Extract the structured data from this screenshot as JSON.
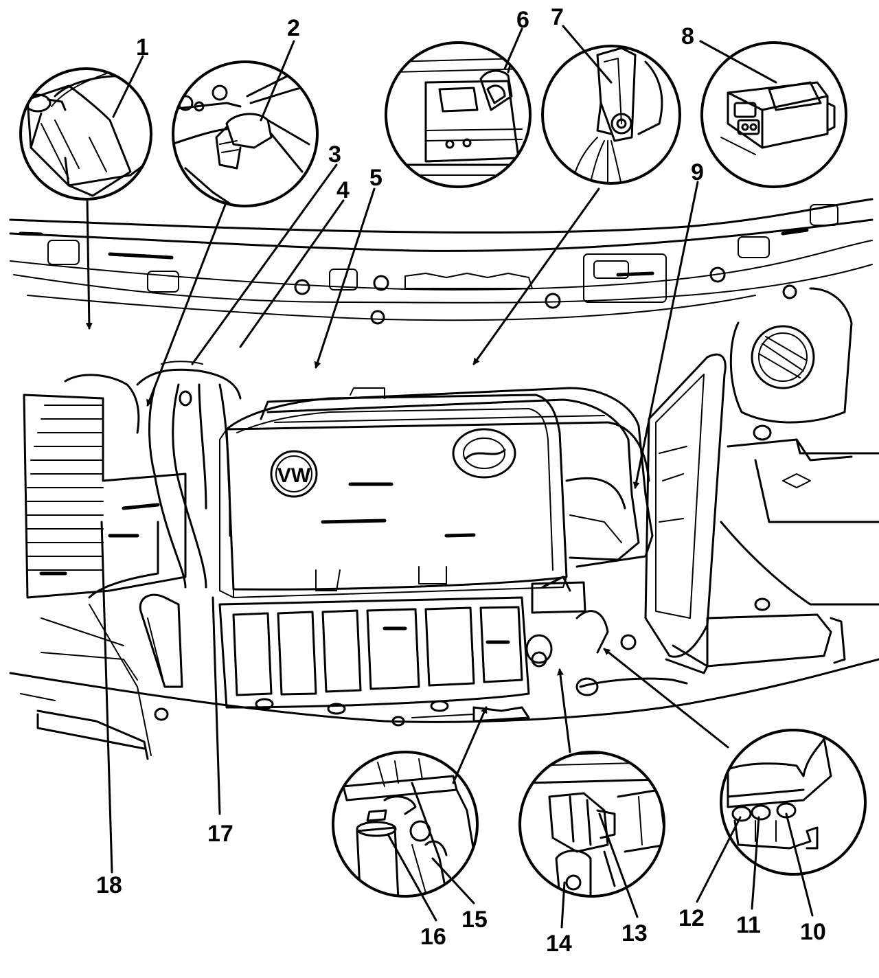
{
  "callouts": [
    {
      "id": 1,
      "text": "1"
    },
    {
      "id": 2,
      "text": "2"
    },
    {
      "id": 3,
      "text": "3"
    },
    {
      "id": 4,
      "text": "4"
    },
    {
      "id": 5,
      "text": "5"
    },
    {
      "id": 6,
      "text": "6"
    },
    {
      "id": 7,
      "text": "7"
    },
    {
      "id": 8,
      "text": "8"
    },
    {
      "id": 9,
      "text": "9"
    },
    {
      "id": 10,
      "text": "10"
    },
    {
      "id": 11,
      "text": "11"
    },
    {
      "id": 12,
      "text": "12"
    },
    {
      "id": 13,
      "text": "13"
    },
    {
      "id": 14,
      "text": "14"
    },
    {
      "id": 15,
      "text": "15"
    },
    {
      "id": 16,
      "text": "16"
    },
    {
      "id": 17,
      "text": "17"
    },
    {
      "id": 18,
      "text": "18"
    }
  ],
  "emblem": {
    "letters": "VW"
  }
}
